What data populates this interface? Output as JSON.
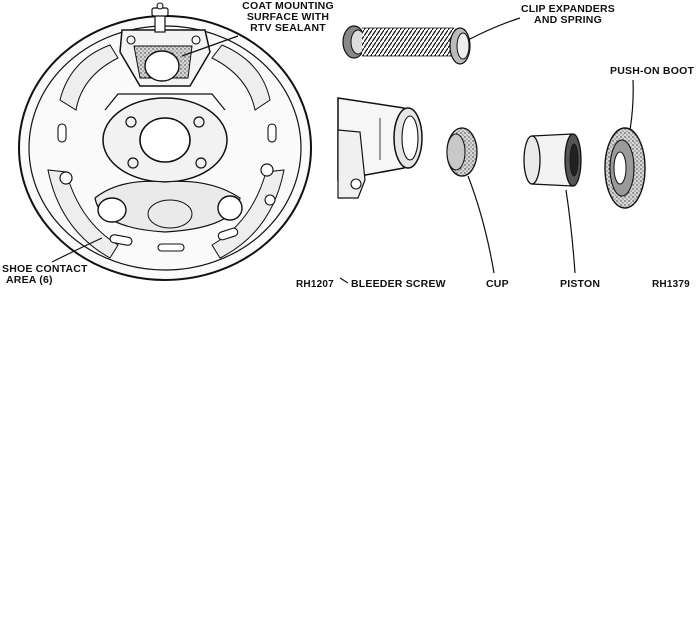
{
  "left_figure": {
    "label_sealant": [
      "COAT MOUNTING",
      "SURFACE WITH",
      "RTV SEALANT"
    ],
    "label_shoe_contact": [
      "SHOE CONTACT",
      "AREA (6)"
    ],
    "figure_id": "RH1207"
  },
  "right_figure": {
    "label_clip": [
      "CLIP EXPANDERS",
      "AND SPRING"
    ],
    "label_boot": "PUSH-ON BOOT",
    "label_bleeder": "BLEEDER SCREW",
    "label_cup": "CUP",
    "label_piston": "PISTON",
    "figure_id": "RH1379"
  }
}
